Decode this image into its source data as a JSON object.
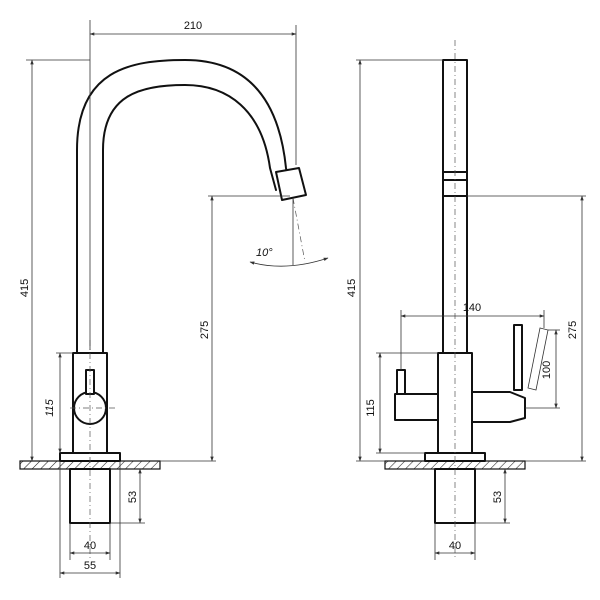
{
  "diagram": {
    "type": "technical-drawing",
    "views": [
      "front",
      "side"
    ],
    "line_color": "#111111",
    "front_view": {
      "dimensions": {
        "width_spout": "210",
        "height_total": "415",
        "height_outlet": "275",
        "height_handle": "115",
        "base_height": "53",
        "base_diameter": "40",
        "flange_diameter": "55",
        "spout_angle": "10°"
      }
    },
    "side_view": {
      "dimensions": {
        "height_total": "415",
        "height_outlet": "275",
        "handle_span": "140",
        "handle_lever": "100",
        "height_handle": "115",
        "base_height": "53",
        "base_diameter": "40"
      }
    }
  }
}
